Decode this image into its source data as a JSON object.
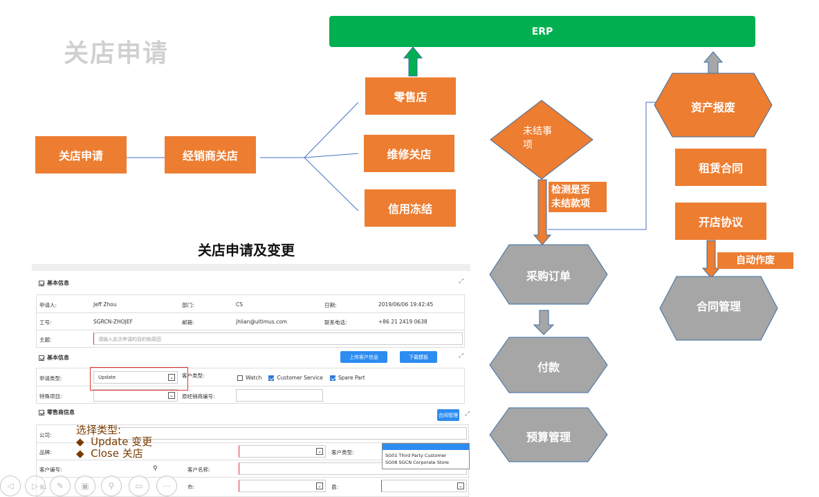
{
  "slide": {
    "ghost_title": "关店申请",
    "subtitle": "关店申请及变更"
  },
  "erp": {
    "label": "ERP"
  },
  "left_flow": {
    "box1": "关店申请",
    "box2": "经销商关店",
    "branch1": "零售店",
    "branch2": "维修关店",
    "branch3": "信用冻结"
  },
  "middle_flow": {
    "diamond": "未结事项",
    "diamond_line1": "未结事",
    "diamond_line2": "项",
    "check_label_line1": "检测是否",
    "check_label_line2": "未结款项",
    "hex1": "采购订单",
    "hex2": "付款",
    "hex3": "预算管理"
  },
  "right_flow": {
    "hex_top": "资产报废",
    "box1": "租赁合同",
    "box2": "开店协议",
    "auto_label": "自动作废",
    "hex_bottom": "合同管理"
  },
  "colors": {
    "orange": "#ed7d31",
    "green": "#00b050",
    "grey_hex": "#a6a6a6",
    "callout": "#ffc000"
  },
  "form": {
    "section1": "基本信息",
    "row1": {
      "l1": "申请人:",
      "v1": "Jeff Zhou",
      "l2": "部门:",
      "v2": "CS",
      "l3": "日期:",
      "v3": "2019/06/06 19:42:45"
    },
    "row2": {
      "l1": "工号:",
      "v1": "SGRCN-ZHOJEF",
      "l2": "邮箱:",
      "v2": "jhlian@ultimus.com",
      "l3": "联系电话:",
      "v3": "+86 21 2419 0638"
    },
    "row3": {
      "l1": "主题:",
      "placeholder": "请输入此次申请的目的和原因"
    },
    "section2": "基本信息",
    "btn_upload": "上传客户信息",
    "btn_download": "下载模板",
    "row4": {
      "l1": "申请类型:",
      "select": "Update",
      "l2": "客户类型:",
      "opt1": "Watch",
      "opt2": "Customer Service",
      "opt3": "Spare Part"
    },
    "row5": {
      "l1": "特殊项目:",
      "l2": "原经销商编号:"
    },
    "section3": "零售商信息",
    "btn_contract": "合同管理",
    "row6": {
      "l1": "公司:"
    },
    "row7": {
      "l1": "品牌:",
      "l2": "客户类型:"
    },
    "row8": {
      "l1": "客户编号:",
      "l2": "客户名称:"
    },
    "row9": {
      "l1": "省:",
      "l2": "市:",
      "l3": "县:"
    },
    "dropdown_options": [
      "SG01 Third Party Customer",
      "SG08 SGCN Corporate Store"
    ]
  },
  "callout": {
    "line1": "选择类型:",
    "line2": "Update 变更",
    "line3": "Close   关店",
    "bullet": "◆"
  },
  "toolbar": {
    "icons": [
      "prev-icon",
      "next-icon",
      "pen-icon",
      "slides-icon",
      "zoom-icon",
      "subtitle-icon",
      "more-icon"
    ]
  }
}
